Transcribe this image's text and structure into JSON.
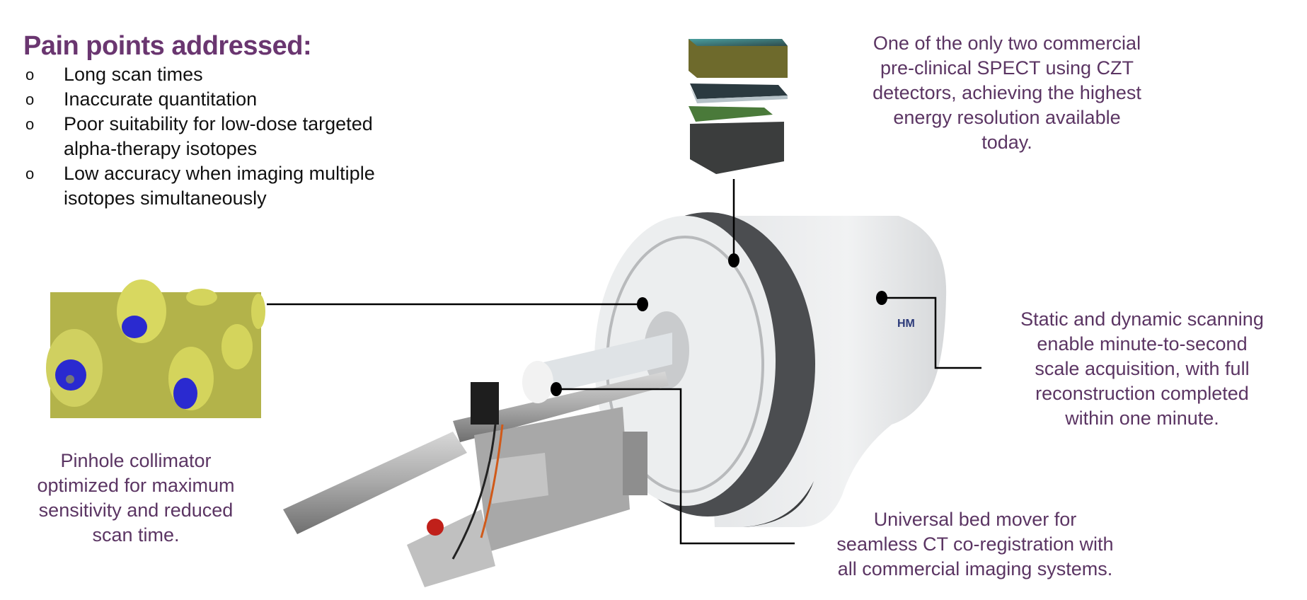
{
  "pain_points": {
    "heading": "Pain points addressed:",
    "bullet_glyph": "o",
    "items": [
      [
        "Long scan times"
      ],
      [
        "Inaccurate quantitation"
      ],
      [
        "Poor suitability for low-dose targeted",
        "alpha-therapy isotopes"
      ],
      [
        "Low accuracy when imaging multiple",
        "isotopes simultaneously"
      ]
    ]
  },
  "callouts": {
    "detector": [
      "One of the only two commercial",
      "pre-clinical SPECT using CZT",
      "detectors, achieving the highest",
      "energy resolution available",
      "today."
    ],
    "scanning": [
      "Static and dynamic scanning",
      "enable minute-to-second",
      "scale acquisition, with full",
      "reconstruction completed",
      "within one minute."
    ],
    "bed_mover": [
      "Universal bed mover for",
      "seamless CT co-registration with",
      "all commercial imaging systems."
    ],
    "collimator": [
      "Pinhole collimator",
      "optimized for maximum",
      "sensitivity and reduced",
      "scan time."
    ]
  },
  "logo_text": "HM",
  "colors": {
    "accent": "#6a3670",
    "callout_text": "#5b3563",
    "collimator": "#b3b34a",
    "pinhole": "#2a2ad0"
  }
}
